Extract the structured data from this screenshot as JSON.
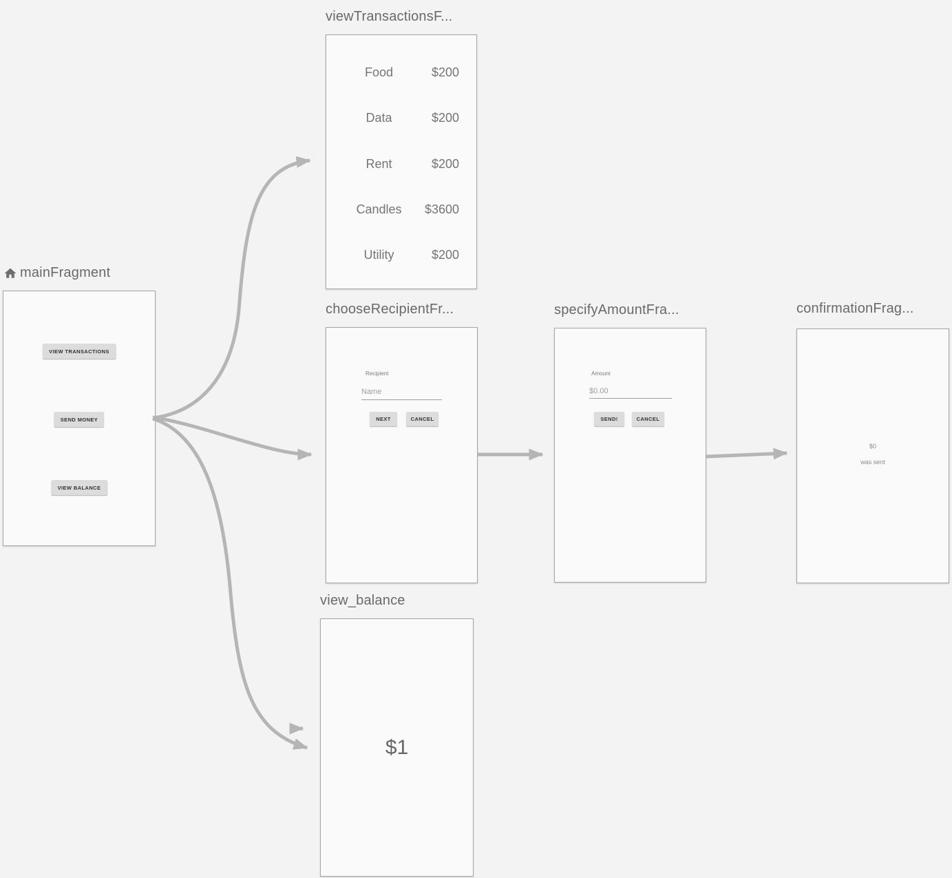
{
  "colors": {
    "canvas_bg": "#f2f3f2",
    "card_bg": "#fafafa",
    "card_border": "#a6a6a6",
    "title_text": "#696969",
    "arrow": "#b5b5b5",
    "button_bg": "#dcdcdc",
    "row_text": "#757575"
  },
  "fragments": {
    "main": {
      "title": "mainFragment",
      "icon": "home-icon",
      "buttons": {
        "view_transactions": "VIEW TRANSACTIONS",
        "send_money": "SEND MONEY",
        "view_balance": "VIEW BALANCE"
      }
    },
    "view_transactions": {
      "title": "viewTransactionsF...",
      "rows": [
        {
          "label": "Food",
          "amount": "$200"
        },
        {
          "label": "Data",
          "amount": "$200"
        },
        {
          "label": "Rent",
          "amount": "$200"
        },
        {
          "label": "Candles",
          "amount": "$3600"
        },
        {
          "label": "Utility",
          "amount": "$200"
        }
      ]
    },
    "choose_recipient": {
      "title": "chooseRecipientFr...",
      "field_label": "Recipient",
      "field_hint": "Name",
      "next_button": "NEXT",
      "cancel_button": "CANCEL"
    },
    "specify_amount": {
      "title": "specifyAmountFra...",
      "field_label": "Amount",
      "field_value": "$0.00",
      "send_button": "SEND!",
      "cancel_button": "CANCEL"
    },
    "confirmation": {
      "title": "confirmationFrag...",
      "amount": "$0",
      "message": "was sent"
    },
    "view_balance": {
      "title": "view_balance",
      "balance": "$1"
    }
  }
}
